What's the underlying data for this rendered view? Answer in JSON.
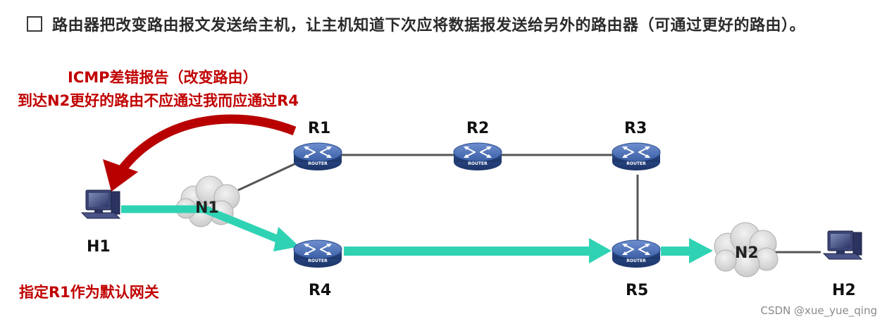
{
  "header": {
    "text": "路由器把改变路由报文发送给主机，让主机知道下次应将数据报发送给另外的路由器（可通过更好的路由）。"
  },
  "annotation": {
    "line1": "ICMP差错报告（改变路由）",
    "line2": "到达N2更好的路由不应通过我而应通过R4"
  },
  "footnote": "指定R1作为默认网关",
  "nodes": {
    "h1": "H1",
    "h2": "H2",
    "r1": "R1",
    "r2": "R2",
    "r3": "R3",
    "r4": "R4",
    "r5": "R5",
    "n1": "N1",
    "n2": "N2",
    "router_caption": "ROUTER"
  },
  "watermark": "CSDN @xue_yue_qing",
  "colors": {
    "annotation_red": "#c00000",
    "path_teal": "#2fd3b4",
    "router_blue": "#3c5fa6",
    "link_gray": "#555555"
  }
}
